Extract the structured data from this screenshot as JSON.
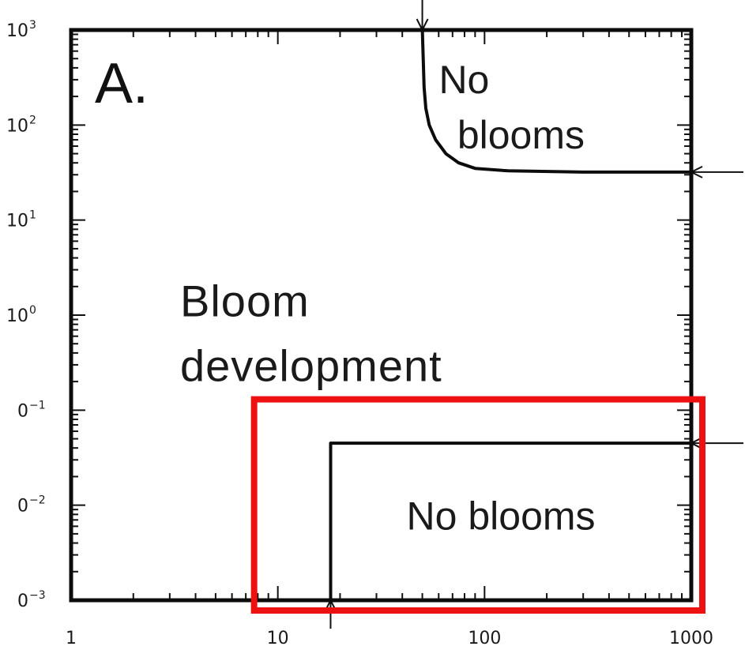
{
  "chart_data": {
    "type": "line",
    "panel_label": "A.",
    "x_scale": "log",
    "y_scale": "log",
    "xlim": [
      1,
      1000
    ],
    "ylim": [
      0.001,
      1000
    ],
    "x_ticks": [
      {
        "value": 1,
        "label": "1"
      },
      {
        "value": 10,
        "label": "10"
      },
      {
        "value": 100,
        "label": "100"
      },
      {
        "value": 1000,
        "label": "1000"
      }
    ],
    "y_ticks": [
      {
        "value": 1000,
        "base": "10",
        "exp": "3"
      },
      {
        "value": 100,
        "base": "10",
        "exp": "2"
      },
      {
        "value": 10,
        "base": "10",
        "exp": "1"
      },
      {
        "value": 1,
        "base": "10",
        "exp": "0"
      },
      {
        "value": 0.1,
        "base": "0",
        "exp": "−1"
      },
      {
        "value": 0.01,
        "base": "0",
        "exp": "−2"
      },
      {
        "value": 0.001,
        "base": "0",
        "exp": "−3"
      }
    ],
    "series": [
      {
        "points": [
          [
            50,
            1000
          ],
          [
            50.5,
            500
          ],
          [
            51,
            250
          ],
          [
            52,
            150
          ],
          [
            54,
            100
          ],
          [
            58,
            70
          ],
          [
            65,
            50
          ],
          [
            75,
            40
          ],
          [
            90,
            35
          ],
          [
            130,
            33
          ],
          [
            300,
            32
          ],
          [
            1000,
            32
          ]
        ]
      },
      {
        "points": [
          [
            18,
            0.001
          ],
          [
            18,
            0.045
          ],
          [
            1000,
            0.045
          ]
        ]
      }
    ],
    "arrows": [
      {
        "x": 50,
        "y": 1000,
        "direction": "down"
      },
      {
        "x": 1000,
        "y": 32,
        "direction": "left"
      },
      {
        "x": 18,
        "y": 0.001,
        "direction": "up"
      },
      {
        "x": 1000,
        "y": 0.045,
        "direction": "left"
      }
    ],
    "regions": [
      {
        "lines": [
          "No",
          "blooms"
        ],
        "x": 150,
        "y": 150
      },
      {
        "lines": [
          "Bloom",
          "development"
        ],
        "x": 6,
        "y": 0.6
      },
      {
        "lines": [
          "No blooms"
        ],
        "x": 120,
        "y": 0.0075
      }
    ],
    "highlight": {
      "x_range": [
        10,
        1000
      ],
      "y_range": [
        0.00078,
        0.13
      ],
      "color": "#ee1111"
    },
    "grid": false
  }
}
